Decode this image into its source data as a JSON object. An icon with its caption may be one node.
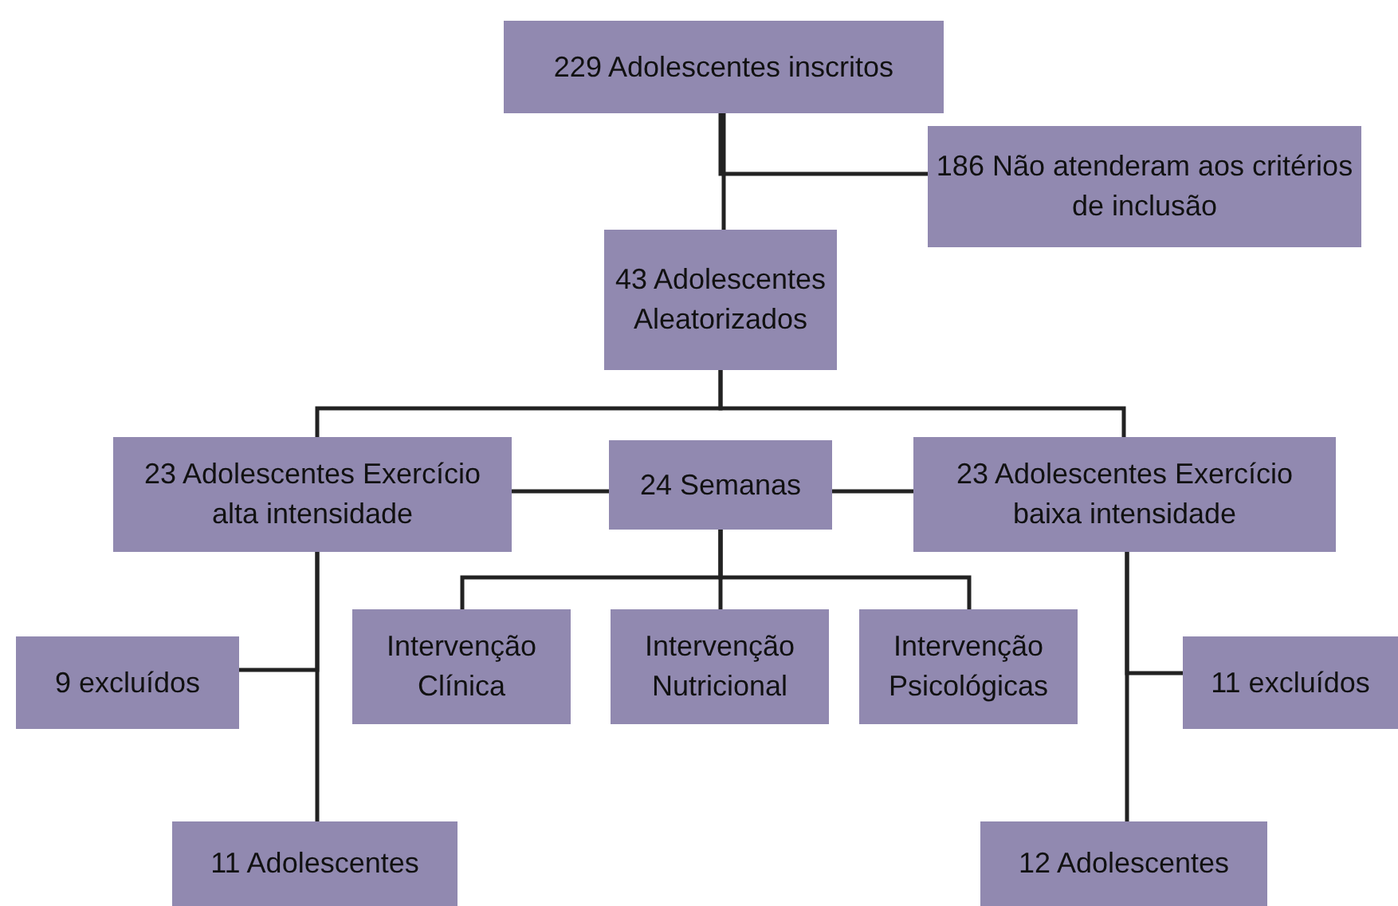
{
  "diagram": {
    "nodes": [
      {
        "text": [
          "229 Adolescentes inscritos"
        ]
      },
      {
        "text": [
          "186 Não atenderam aos critérios de inclusão"
        ]
      },
      {
        "text": [
          "43 Adolescentes Aleatorizados"
        ]
      },
      {
        "text": [
          "23 Adolescentes Exercício alta intensidade"
        ]
      },
      {
        "text": [
          "24 Semanas"
        ]
      },
      {
        "text": [
          "23 Adolescentes Exercício baixa intensidade"
        ]
      },
      {
        "text": [
          "Intervenção Clínica"
        ]
      },
      {
        "text": [
          "Intervenção Nutricional"
        ]
      },
      {
        "text": [
          "Intervenção Psicológicas"
        ]
      },
      {
        "text": [
          "9 excluídos"
        ]
      },
      {
        "text": [
          "11 Adolescentes"
        ]
      },
      {
        "text": [
          "11 excluídos"
        ]
      },
      {
        "text": [
          "12 Adolescentes"
        ]
      }
    ],
    "edges": [
      {
        "from": 0,
        "to": 1,
        "arrow": "none"
      },
      {
        "from": 0,
        "to": 2,
        "arrow": "none"
      },
      {
        "from": 2,
        "to": 3,
        "arrow": "none"
      },
      {
        "from": 2,
        "to": 5,
        "arrow": "none"
      },
      {
        "from": 4,
        "to": 3,
        "arrow": "none"
      },
      {
        "from": 4,
        "to": 5,
        "arrow": "none"
      },
      {
        "from": 4,
        "to": 6,
        "arrow": "none"
      },
      {
        "from": 4,
        "to": 7,
        "arrow": "none"
      },
      {
        "from": 4,
        "to": 8,
        "arrow": "none"
      },
      {
        "from": 3,
        "to": 9,
        "arrow": "none"
      },
      {
        "from": 3,
        "to": 10,
        "arrow": "none"
      },
      {
        "from": 5,
        "to": 11,
        "arrow": "none"
      },
      {
        "from": 5,
        "to": 12,
        "arrow": "none"
      }
    ]
  }
}
